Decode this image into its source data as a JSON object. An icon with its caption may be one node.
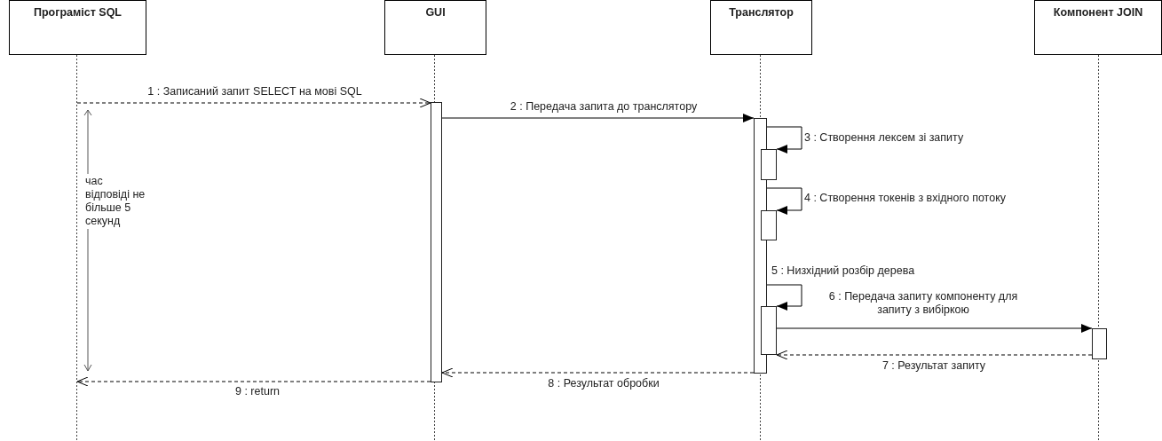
{
  "diagram": {
    "nodes": [
      {
        "text": [
          "Програміст SQL"
        ]
      },
      {
        "text": [
          "GUI"
        ]
      },
      {
        "text": [
          "Транслятор"
        ]
      },
      {
        "text": [
          "Компонент JOIN"
        ]
      },
      {
        "text": [],
        "shape": "bar",
        "in": 1
      },
      {
        "text": [],
        "shape": "bar",
        "in": 2
      },
      {
        "text": [],
        "shape": "bar",
        "in": 2
      },
      {
        "text": [],
        "shape": "bar",
        "in": 2
      },
      {
        "text": [],
        "shape": "bar",
        "in": 2
      },
      {
        "text": [],
        "shape": "bar",
        "in": 3
      }
    ],
    "edges": [
      {
        "from": 0,
        "to": 4,
        "arrow": "to",
        "label": "1 : Записаний запит SELECT на мові SQL",
        "style": "dashed"
      },
      {
        "from": 4,
        "to": 5,
        "arrow": "to",
        "label": "2 : Передача запита до транслятору"
      },
      {
        "from": 5,
        "to": 6,
        "arrow": "to",
        "label": "3 : Створення лексем зі запиту"
      },
      {
        "from": 5,
        "to": 7,
        "arrow": "to",
        "label": "4 : Створення токенів з вхідного потоку"
      },
      {
        "from": 5,
        "to": 8,
        "arrow": "to",
        "label": "5 : Низхідний розбір дерева"
      },
      {
        "from": 8,
        "to": 9,
        "arrow": "to",
        "label": "6 : Передача запиту компоненту для запиту з вибіркою"
      },
      {
        "from": 9,
        "to": 8,
        "arrow": "to",
        "label": "7 : Результат запиту",
        "style": "dashed"
      },
      {
        "from": 5,
        "to": 4,
        "arrow": "to",
        "label": "8 : Результат обробки",
        "style": "dashed"
      },
      {
        "from": 4,
        "to": 0,
        "arrow": "to",
        "label": "9 : return",
        "style": "dashed"
      }
    ],
    "labels": [
      "час відповіді не більше 5 секунд"
    ]
  }
}
